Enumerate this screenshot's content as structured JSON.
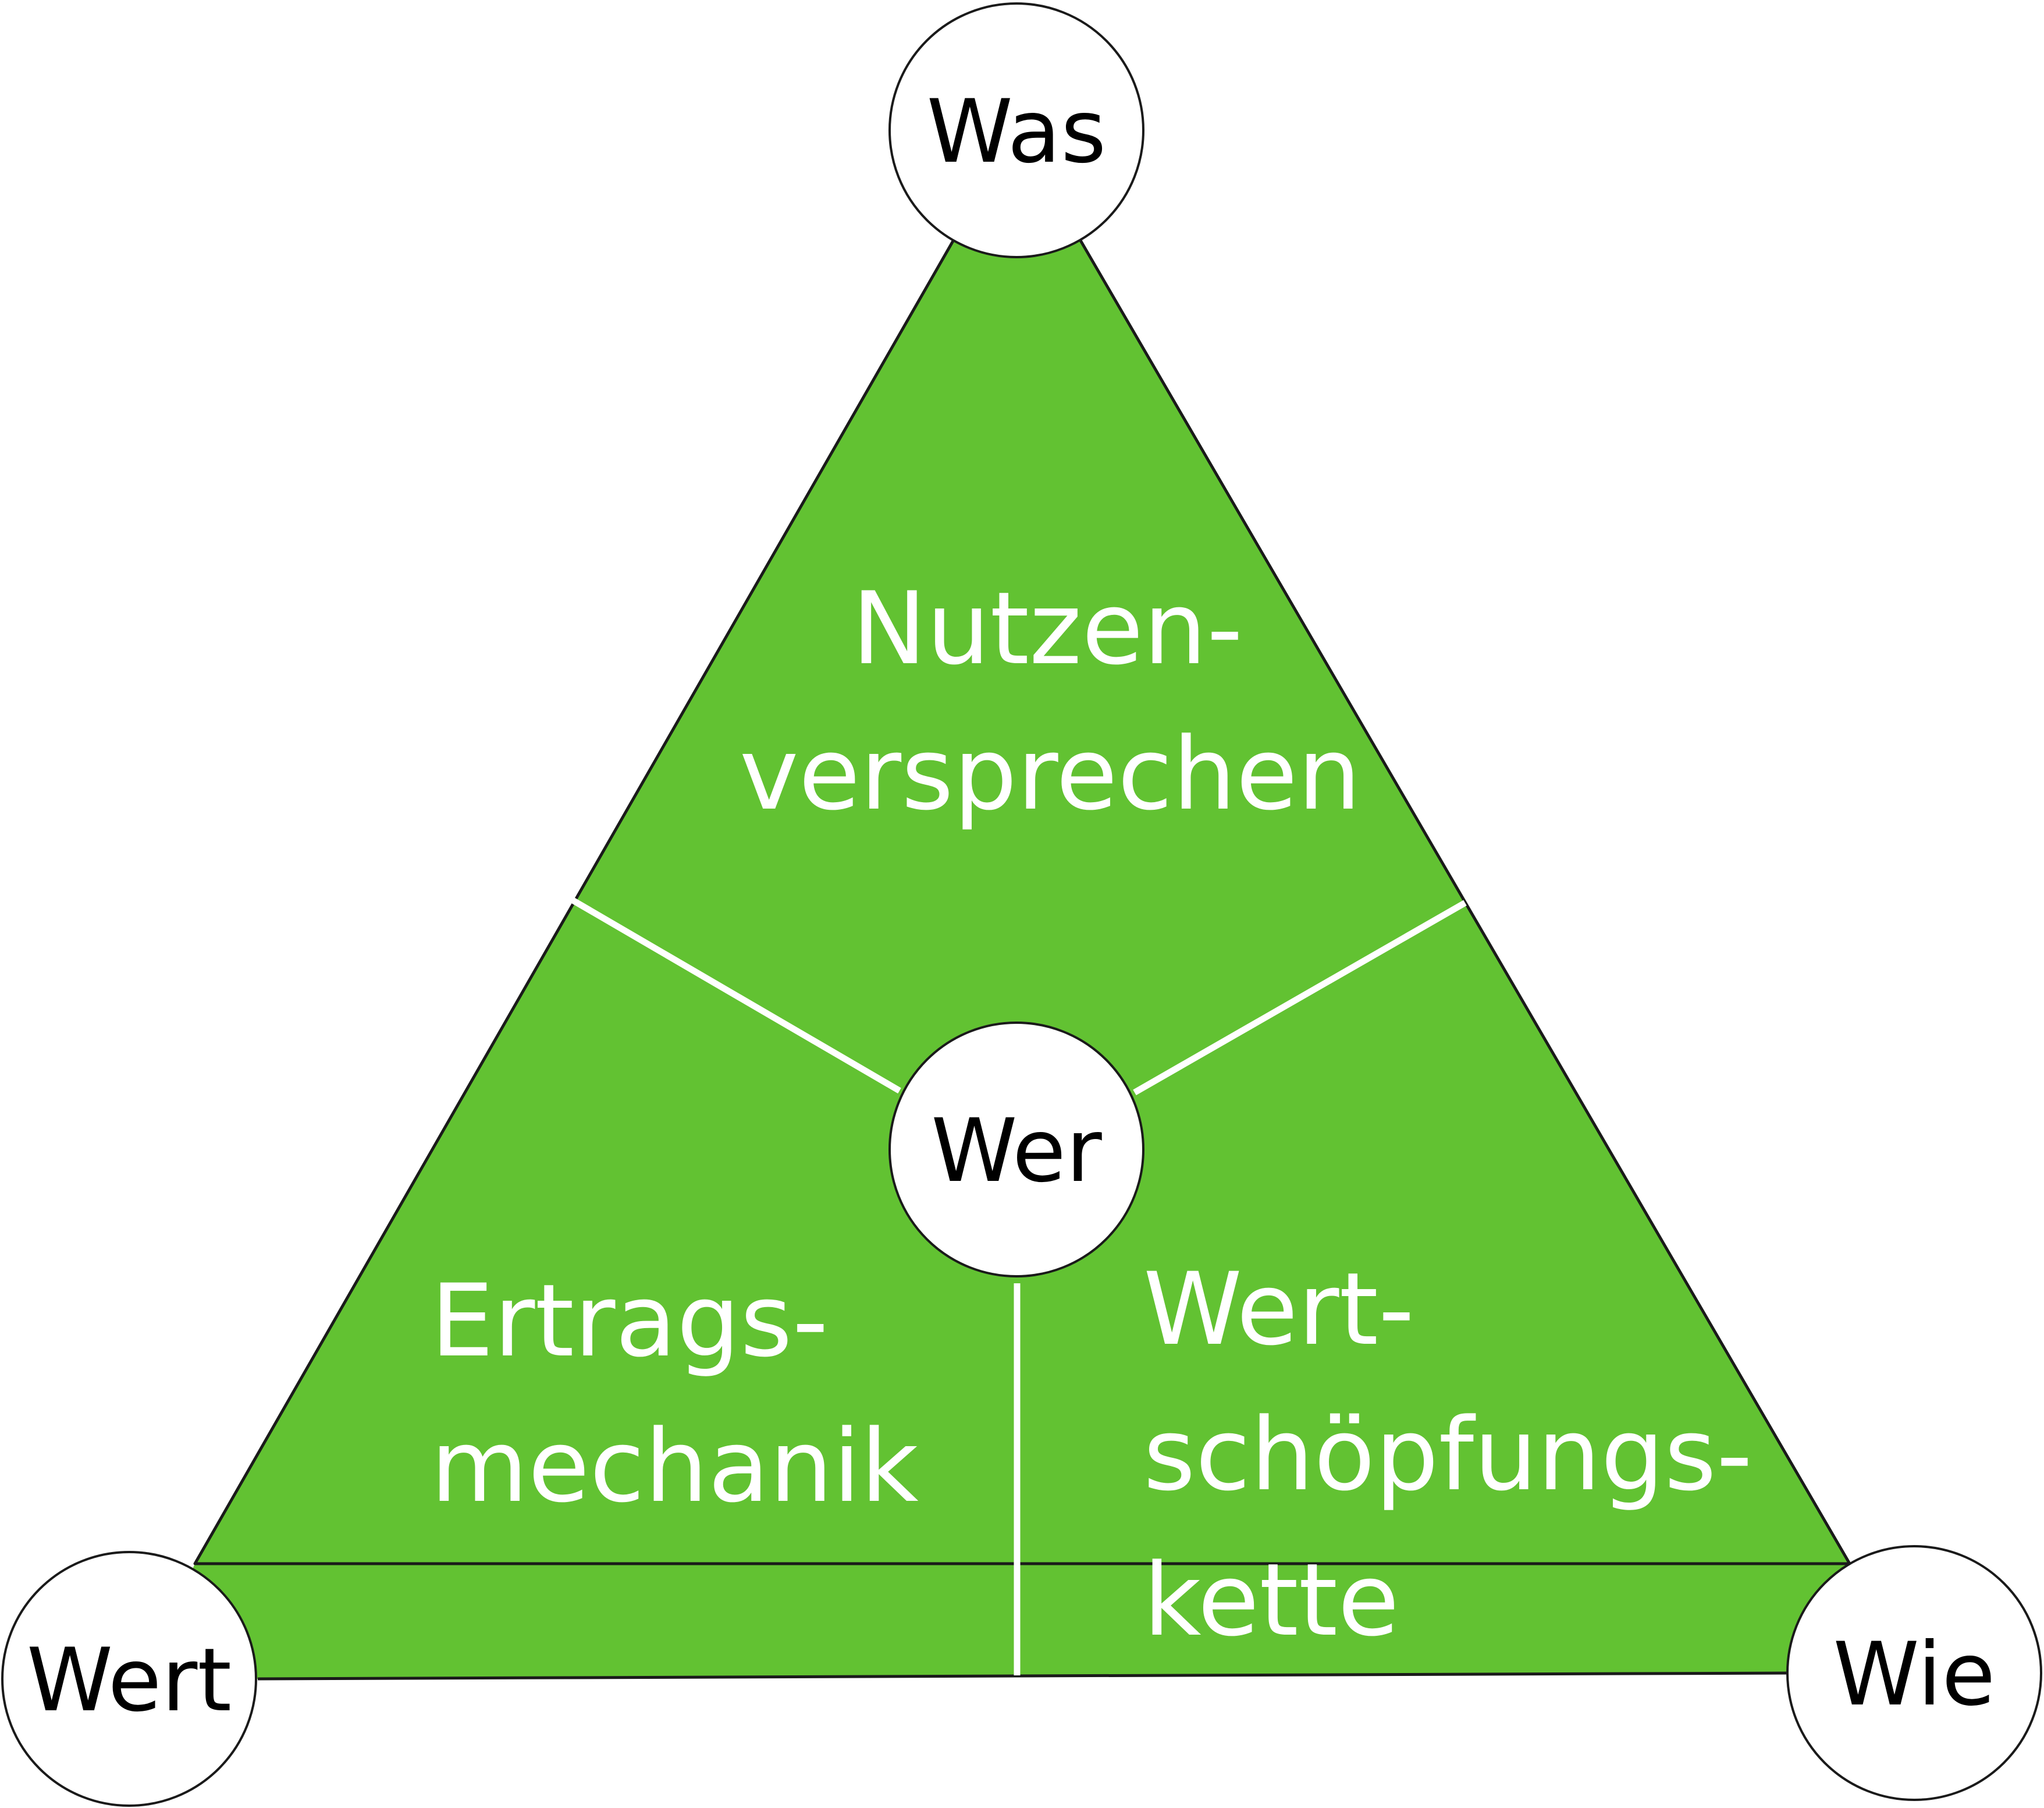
{
  "colors": {
    "triangle_fill": "#62c232",
    "triangle_stroke": "#1a1a1a",
    "divider": "#ffffff",
    "node_fill": "#ffffff",
    "node_stroke": "#1a1a1a"
  },
  "nodes": {
    "top": "Was",
    "center": "Wer",
    "bottom_left": "Wert",
    "bottom_right": "Wie"
  },
  "segments": {
    "top": [
      "Nutzen-",
      "versprechen"
    ],
    "left": [
      "Ertrags-",
      "mechanik"
    ],
    "right": [
      "Wert-",
      "schöpfungs-",
      "kette"
    ]
  }
}
